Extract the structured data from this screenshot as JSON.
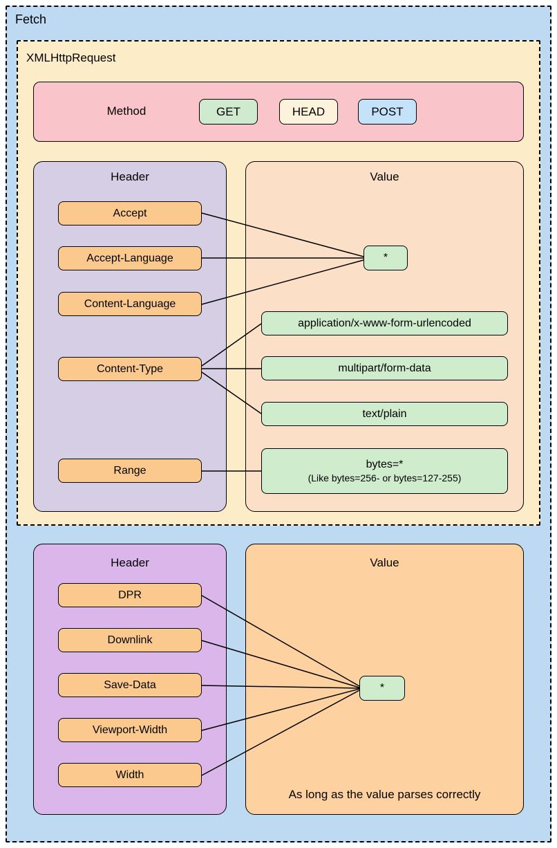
{
  "fetch": {
    "label": "Fetch"
  },
  "xhr": {
    "label": "XMLHttpRequest",
    "method": {
      "label": "Method",
      "options": [
        "GET",
        "HEAD",
        "POST"
      ]
    },
    "table": {
      "header_title": "Header",
      "value_title": "Value",
      "headers": [
        "Accept",
        "Accept-Language",
        "Content-Language",
        "Content-Type",
        "Range"
      ],
      "wildcard": "*",
      "content_type_values": [
        "application/x-www-form-urlencoded",
        "multipart/form-data",
        "text/plain"
      ],
      "range_value": "bytes=*",
      "range_note": "(Like bytes=256- or bytes=127-255)"
    }
  },
  "fetch_only": {
    "header_title": "Header",
    "value_title": "Value",
    "headers": [
      "DPR",
      "Downlink",
      "Save-Data",
      "Viewport-Width",
      "Width"
    ],
    "wildcard": "*",
    "note": "As long as the value parses correctly"
  },
  "colors": {
    "fetch-bg": "#bed9f2",
    "xhr-bg": "#fdecc8",
    "method-bg": "#f9c5ca",
    "get-bg": "#cfeacf",
    "head-bg": "#fdf3dc",
    "post-bg": "#c4e2f9",
    "header-upper-bg": "#d6cee5",
    "header-lower-bg": "#dbb6ea",
    "header-item-bg": "#fbc98e",
    "value-upper-bg": "#fbdfc6",
    "value-lower-bg": "#fdd2a0",
    "value-item-bg": "#cfeccd",
    "line-color": "#000000"
  }
}
